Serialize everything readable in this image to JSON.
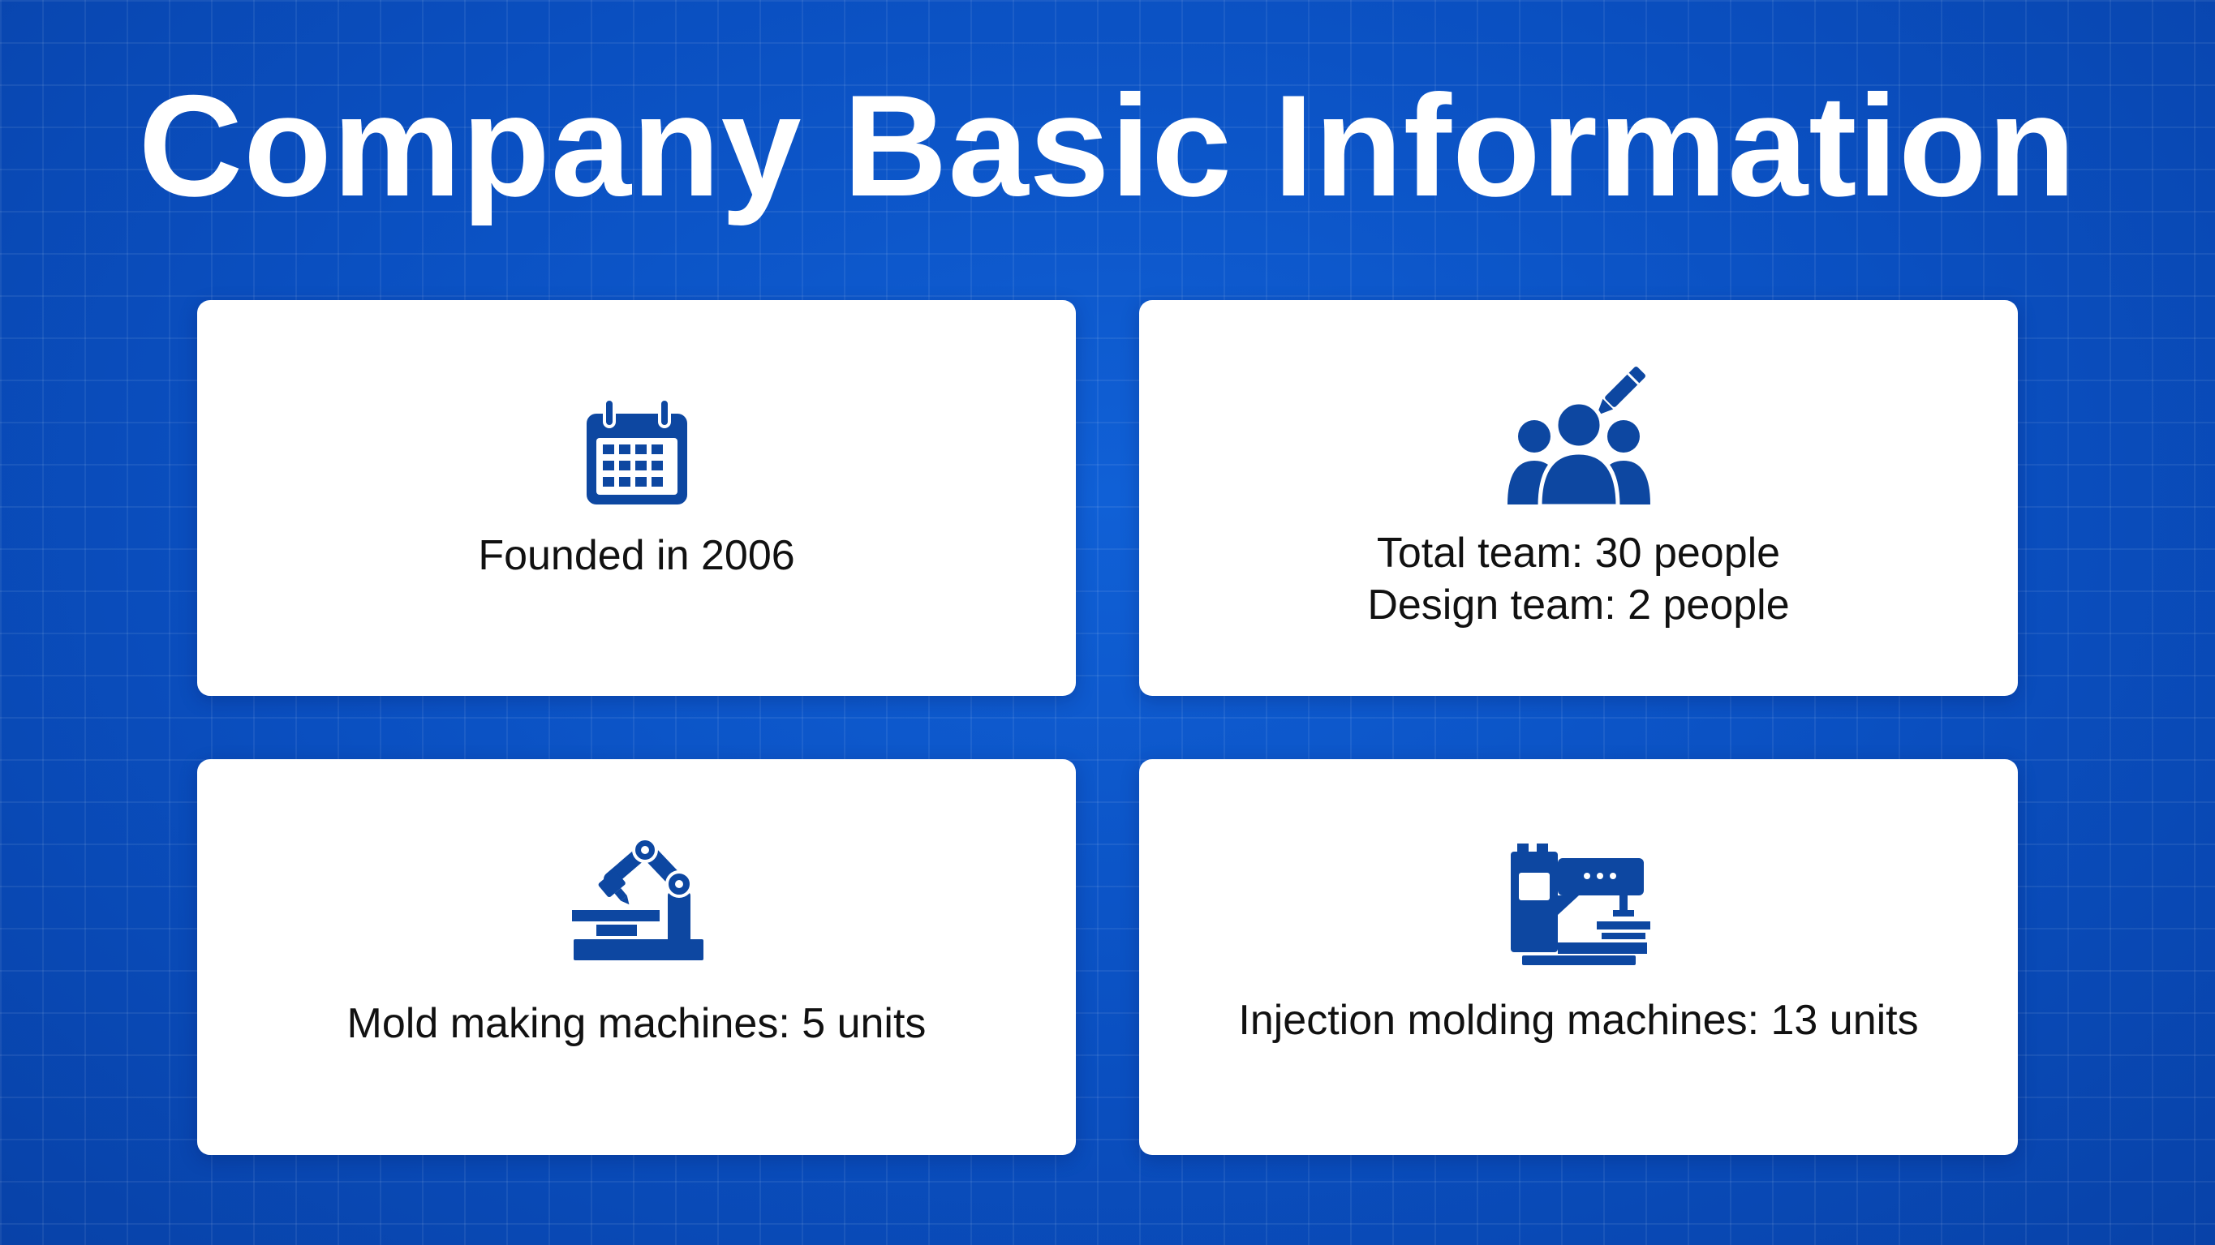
{
  "title": "Company Basic Information",
  "cards": [
    {
      "icon": "calendar-icon",
      "lines": [
        "Founded in 2006"
      ]
    },
    {
      "icon": "team-with-pencil-icon",
      "lines": [
        "Total team: 30 people",
        "Design team: 2 people"
      ]
    },
    {
      "icon": "robotic-arm-machine-icon",
      "lines": [
        "Mold making machines: 5 units"
      ]
    },
    {
      "icon": "injection-molding-machine-icon",
      "lines": [
        "Injection molding machines: 13 units"
      ]
    }
  ],
  "colors": {
    "background": "#0a4fc0",
    "card": "#ffffff",
    "icon": "#0d47a1",
    "title": "#ffffff",
    "text": "#111111"
  }
}
